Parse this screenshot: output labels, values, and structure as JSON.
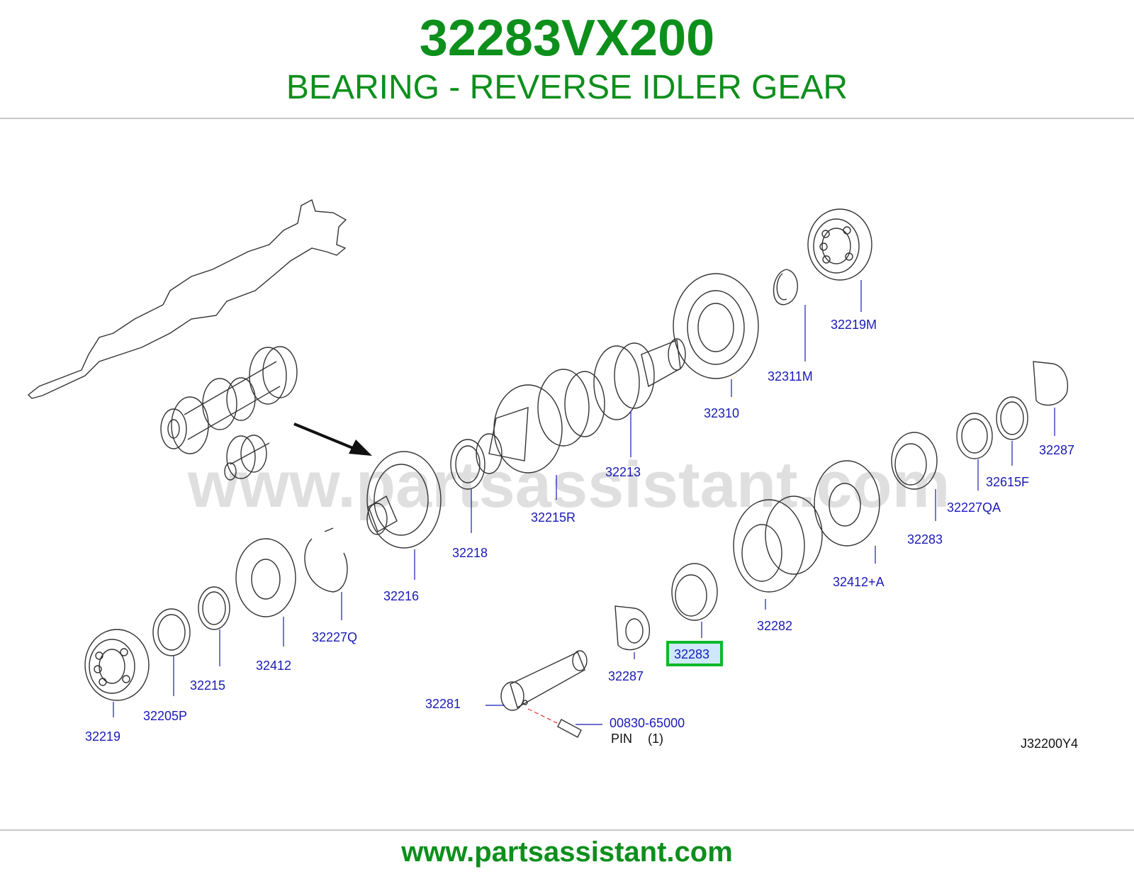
{
  "header": {
    "part_number": "32283VX200",
    "part_name": "BEARING - REVERSE IDLER GEAR"
  },
  "watermark": "www.partsassistant.com",
  "diagram": {
    "reference_code": "J32200Y4",
    "highlighted_part": "32283",
    "pin_label": "PIN",
    "pin_qty": "(1)",
    "labels": {
      "p32219M": "32219M",
      "p32311M": "32311M",
      "p32310": "32310",
      "p32213": "32213",
      "p32215R": "32215R",
      "p32218": "32218",
      "p32216": "32216",
      "p32227Q": "32227Q",
      "p32412": "32412",
      "p32215": "32215",
      "p32205P": "32205P",
      "p32219": "32219",
      "p32287a": "32287",
      "p32615F": "32615F",
      "p32227QA": "32227QA",
      "p32283a": "32283",
      "p32412A": "32412+A",
      "p32282": "32282",
      "p32283b": "32283",
      "p32287b": "32287",
      "p32281": "32281",
      "p00830": "00830-65000"
    }
  },
  "footer": {
    "url": "www.partsassistant.com"
  },
  "colors": {
    "brand_green": "#0d8f1c",
    "label_blue": "#1a1ab8",
    "highlight_fill": "#cfe8ff"
  }
}
